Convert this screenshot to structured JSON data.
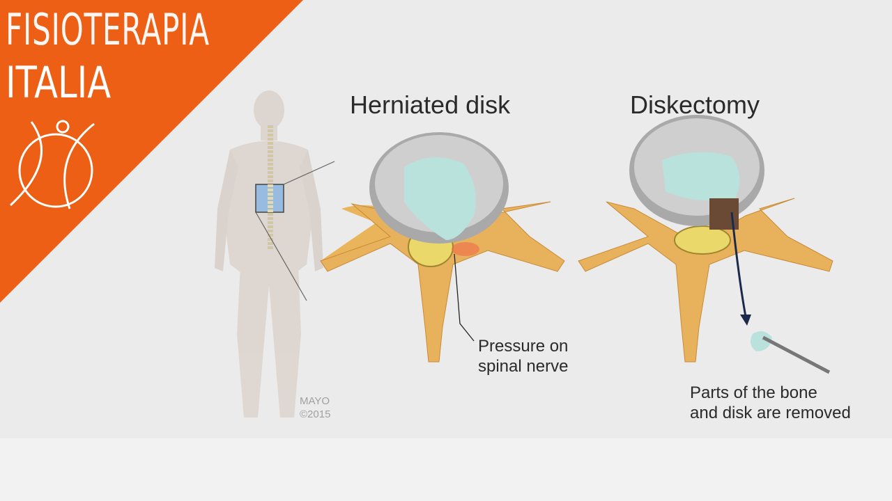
{
  "logo": {
    "line1": "FISIOTERAPIA",
    "line2": "ITALIA",
    "color": "#ec5f14"
  },
  "titles": {
    "left": "Herniated disk",
    "right": "Diskectomy"
  },
  "labels": {
    "pressure_line1": "Pressure on",
    "pressure_line2": "spinal nerve",
    "removed_line1": "Parts of the bone",
    "removed_line2": "and disk are removed"
  },
  "credit": {
    "line1": "MAYO",
    "line2": "©2015"
  }
}
